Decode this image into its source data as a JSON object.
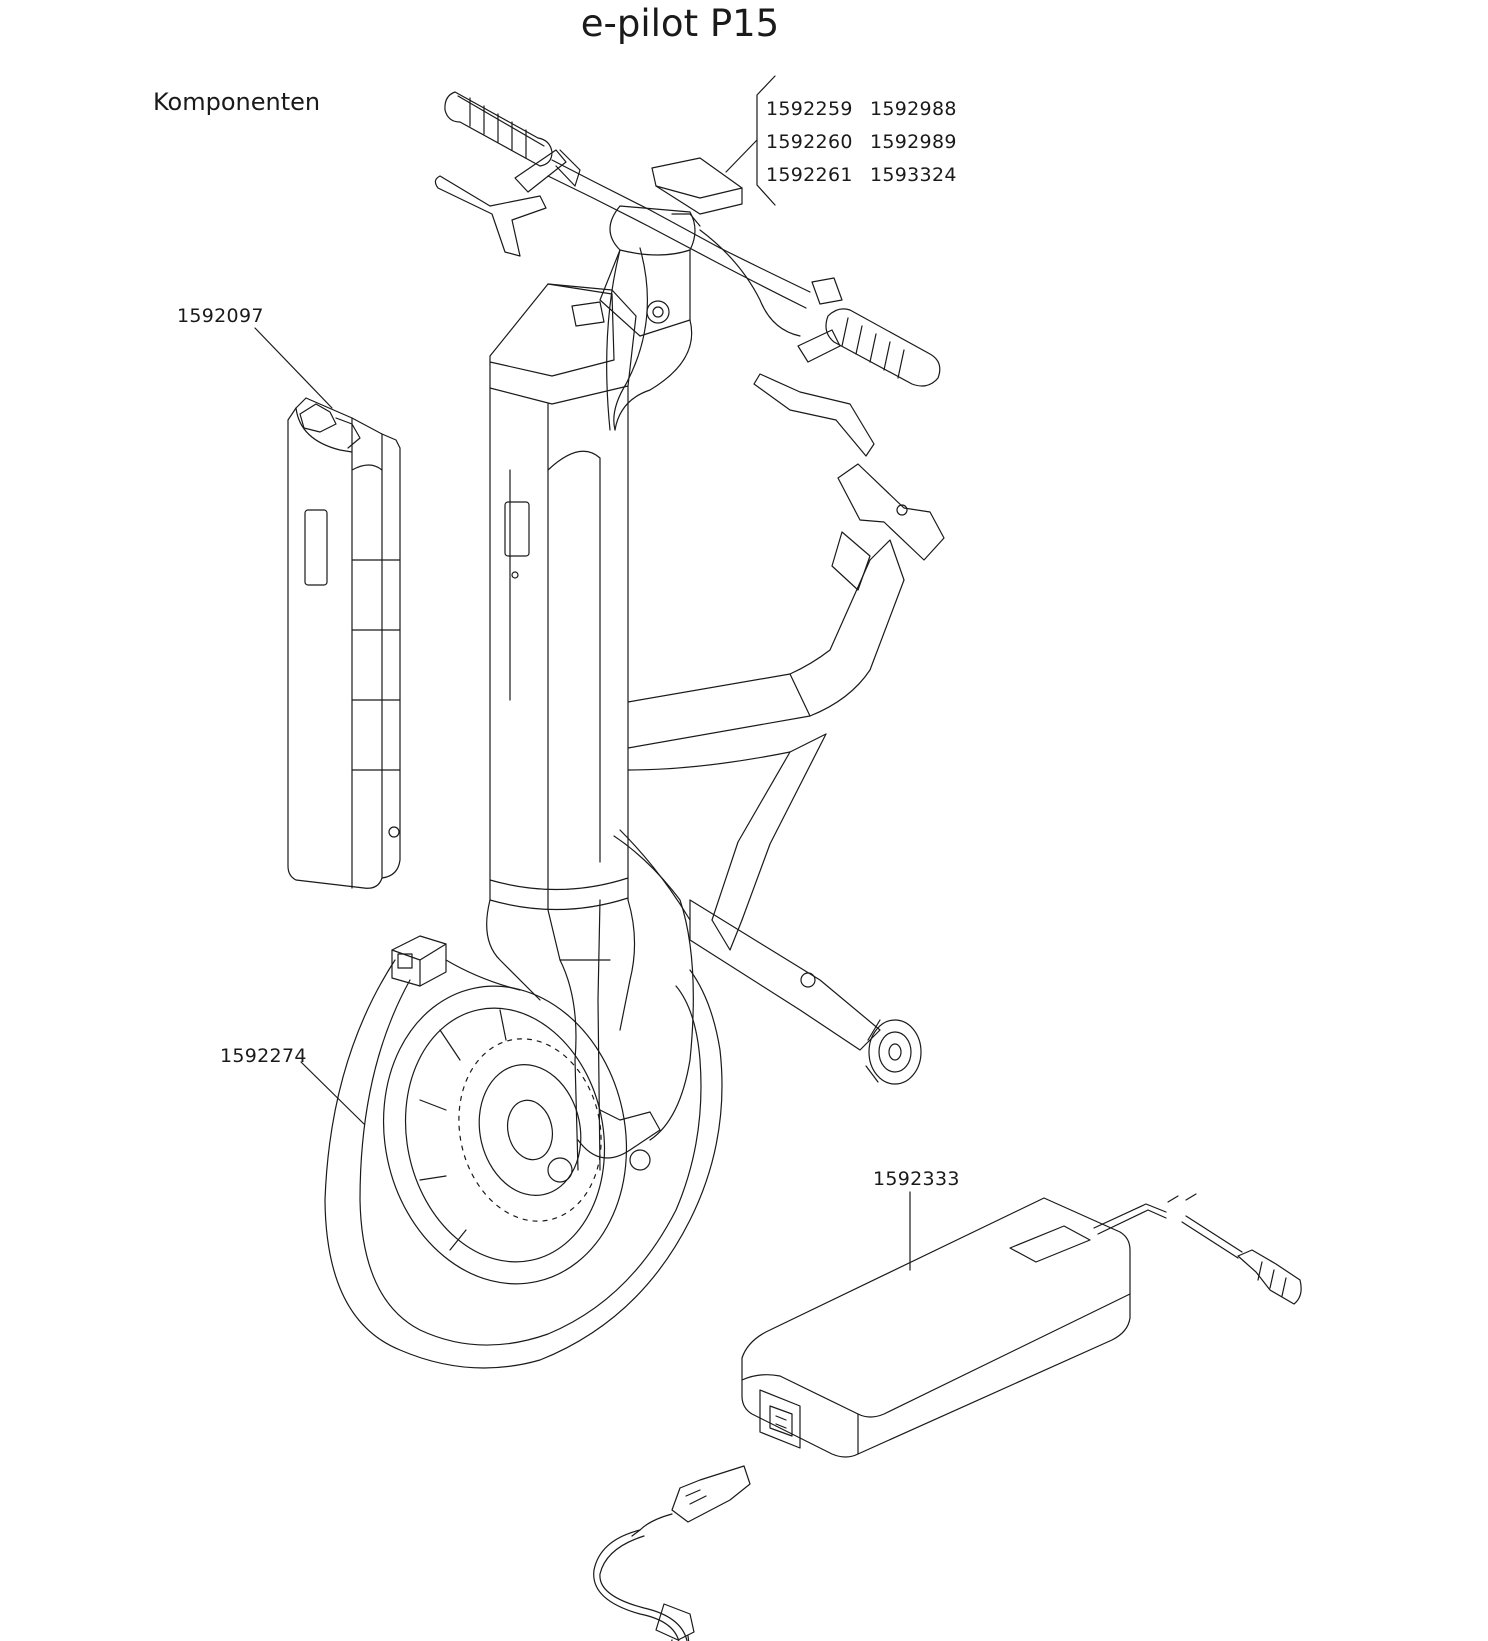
{
  "title": "e-pilot P15",
  "subtitle": "Komponenten",
  "part_numbers": {
    "display_group": [
      "1592259",
      "1592988",
      "1592260",
      "1592989",
      "1592261",
      "1593324"
    ],
    "battery": "1592097",
    "wheel_motor": "1592274",
    "charger": "1592333"
  },
  "colors": {
    "line": "#1a1a1a",
    "background": "#ffffff"
  }
}
